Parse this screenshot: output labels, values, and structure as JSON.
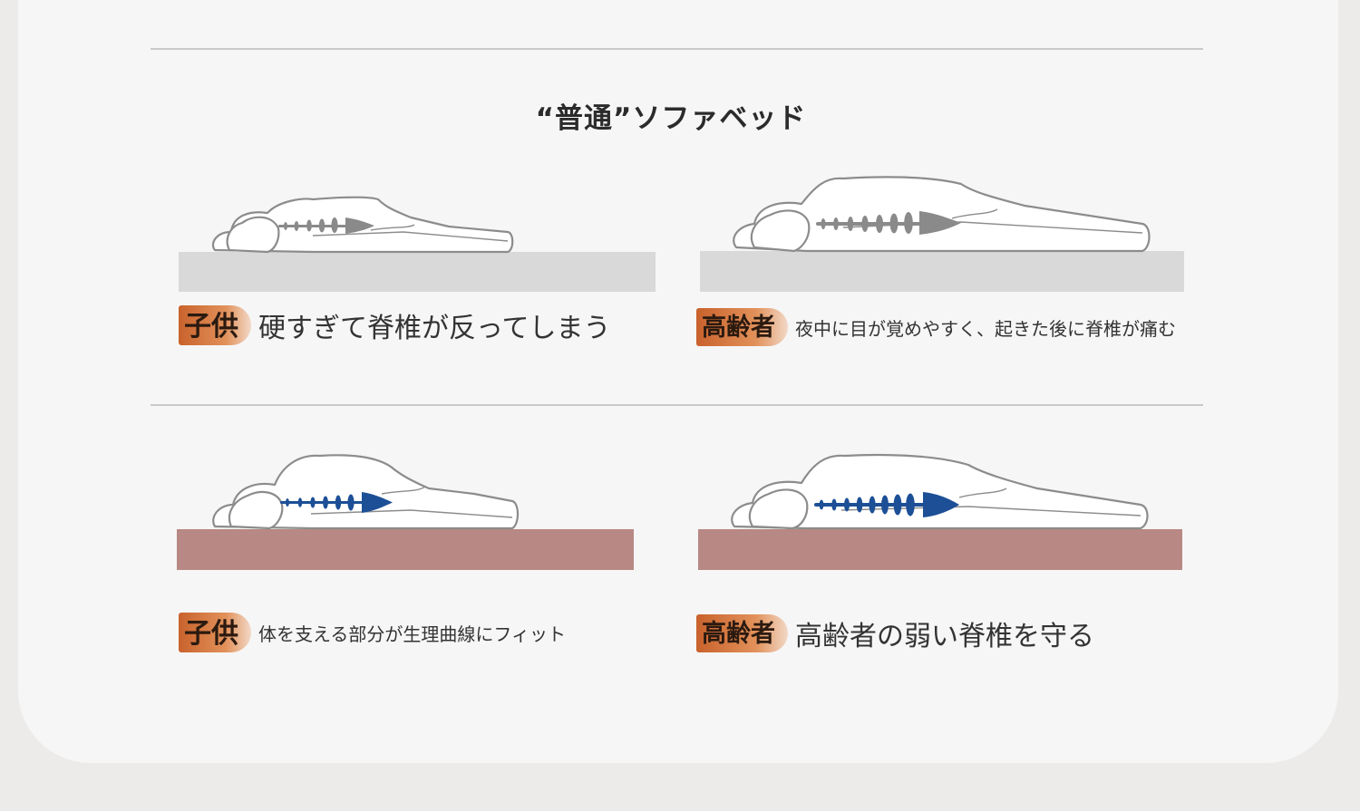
{
  "title": "“普通”ソファベッド",
  "colors": {
    "mattress_gray": "#d9d9d9",
    "mattress_pink": "#b88884",
    "spine_gray": "#8a8a8a",
    "spine_blue": "#1c4f96",
    "tag_orange": "#d4743d"
  },
  "top_row": [
    {
      "tag": "子供",
      "text": "硬すぎて脊椎が反ってしまう"
    },
    {
      "tag": "高齢者",
      "text": "夜中に目が覚めやすく、起きた後に脊椎が痛む"
    }
  ],
  "bottom_row": [
    {
      "tag": "子供",
      "text": "体を支える部分が生理曲線にフィット"
    },
    {
      "tag": "高齢者",
      "text": "高齢者の弱い脊椎を守る"
    }
  ]
}
